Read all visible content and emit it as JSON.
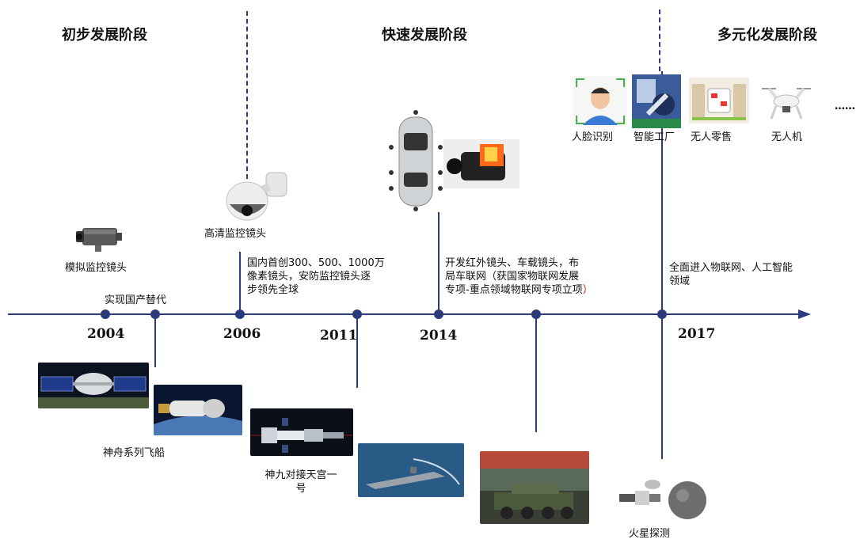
{
  "stages": {
    "initial": "初步发展阶段",
    "rapid": "快速发展阶段",
    "diversified": "多元化发展阶段"
  },
  "years": {
    "y2004": "2004",
    "y2006": "2006",
    "y2011": "2011",
    "y2014": "2014",
    "y2017": "2017"
  },
  "labels": {
    "analog_camera": "模拟监控镜头",
    "localization": "实现国产替代",
    "hd_camera": "高清监控镜头",
    "face_recognition": "人脸识别",
    "smart_factory": "智能工厂",
    "unmanned_retail": "无人零售",
    "drone": "无人机",
    "more": "……",
    "shenzhou": "神舟系列飞船",
    "shenjiu_line1": "神九对接天宫一",
    "shenjiu_line2": "号",
    "mars": "火星探测"
  },
  "descriptions": {
    "d2006_line1": "国内首创300、500、1000万",
    "d2006_line2": "像素镜头，安防监控镜头逐",
    "d2006_line3": "步领先全球",
    "d2014_line1": "开发红外镜头、车载镜头，布",
    "d2014_line2": "局车联网（获国家物联网发展",
    "d2014_line3": "专项-重点领域物联网专项立项",
    "d2014_paren": "）",
    "d2017_line1": "全面进入物联网、人工智能",
    "d2017_line2": "领域"
  },
  "colors": {
    "timeline": "#2a3a7a",
    "paren_red": "#cc2222"
  }
}
